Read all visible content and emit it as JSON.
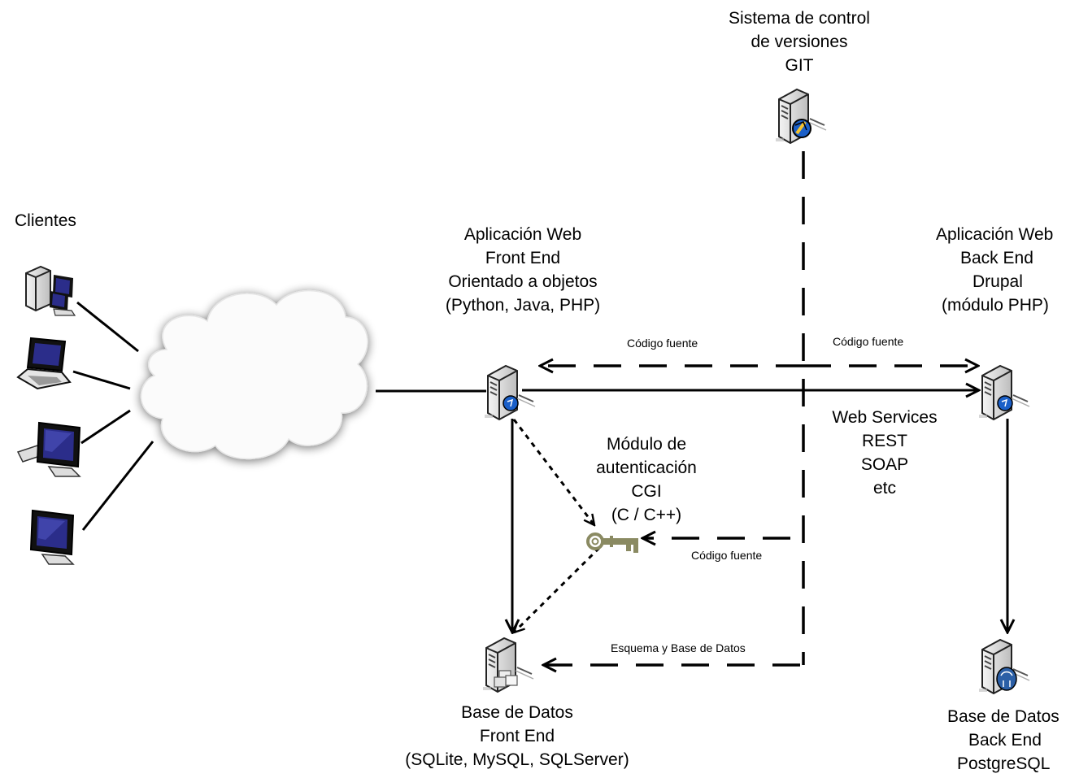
{
  "nodes": {
    "git": {
      "lines": [
        "Sistema de control",
        "de versiones",
        "GIT"
      ]
    },
    "clients": {
      "lines": [
        "Clientes"
      ]
    },
    "frontend": {
      "lines": [
        "Aplicación Web",
        "Front End",
        "Orientado a objetos",
        "(Python, Java, PHP)"
      ]
    },
    "backend": {
      "lines": [
        "Aplicación Web",
        "Back End",
        "Drupal",
        "(módulo PHP)"
      ]
    },
    "auth": {
      "lines": [
        "Módulo de",
        "autenticación",
        "CGI",
        "(C / C++)"
      ]
    },
    "webservices": {
      "lines": [
        "Web Services",
        "REST",
        "SOAP",
        "etc"
      ]
    },
    "db_front": {
      "lines": [
        "Base de Datos",
        "Front End",
        "(SQLite, MySQL, SQLServer)"
      ]
    },
    "db_back": {
      "lines": [
        "Base de Datos",
        "Back End",
        "PostgreSQL"
      ]
    }
  },
  "edges": {
    "code_front": "Código fuente",
    "code_back": "Código fuente",
    "code_auth": "Código fuente",
    "schema_db": "Esquema y Base de Datos"
  },
  "colors": {
    "line": "#000000",
    "screen": "#2b2d8a",
    "key": "#8a8a62",
    "server_body": "#dcdcdc",
    "badge": "#1a5fc8"
  }
}
